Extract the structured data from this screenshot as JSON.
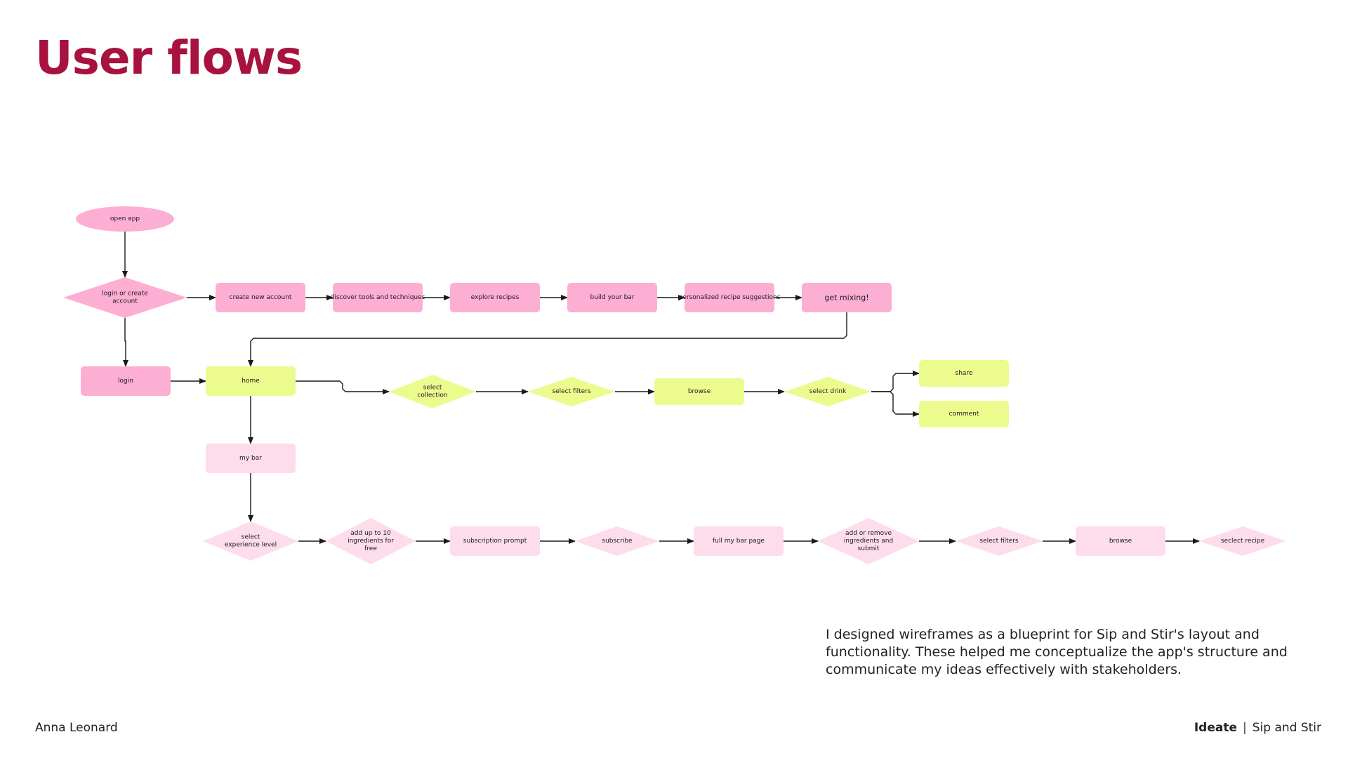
{
  "page": {
    "title": "User flows",
    "description": "I designed wireframes as a blueprint for Sip and Stir's layout and functionality. These helped me conceptualize the app's structure and communicate my ideas effectively with stakeholders.",
    "author": "Anna Leonard",
    "section": "Ideate",
    "separator": "|",
    "project": "Sip and Stir"
  },
  "colors": {
    "title": "#a8123e",
    "pink": "#fdaed3",
    "lime": "#ecfb8e",
    "light_pink": "#fddcec",
    "arrow": "#1a1a1a"
  },
  "flow": {
    "nodes": [
      {
        "id": "open-app",
        "shape": "ellipse",
        "fill": "pink",
        "lines": [
          "open app"
        ]
      },
      {
        "id": "login-or-create",
        "shape": "diamond",
        "fill": "pink",
        "lines": [
          "login or create",
          "account"
        ]
      },
      {
        "id": "create-new-account",
        "shape": "rect",
        "fill": "pink",
        "lines": [
          "create new account"
        ]
      },
      {
        "id": "discover-tools",
        "shape": "rect",
        "fill": "pink",
        "lines": [
          "discover tools and techniques"
        ]
      },
      {
        "id": "explore-recipes",
        "shape": "rect",
        "fill": "pink",
        "lines": [
          "explore recipes"
        ]
      },
      {
        "id": "build-your-bar",
        "shape": "rect",
        "fill": "pink",
        "lines": [
          "build your bar"
        ]
      },
      {
        "id": "personalized-suggestions",
        "shape": "rect",
        "fill": "pink",
        "lines": [
          "personalized recipe suggestions"
        ]
      },
      {
        "id": "get-mixing",
        "shape": "rect",
        "fill": "pink",
        "lines": [
          "get mixing!"
        ],
        "big": true
      },
      {
        "id": "login",
        "shape": "rect",
        "fill": "pink",
        "lines": [
          "login"
        ]
      },
      {
        "id": "home",
        "shape": "rect",
        "fill": "lime",
        "lines": [
          "home"
        ]
      },
      {
        "id": "select-collection",
        "shape": "diamond",
        "fill": "lime",
        "lines": [
          "select",
          "collection"
        ]
      },
      {
        "id": "select-filters-1",
        "shape": "diamond",
        "fill": "lime",
        "lines": [
          "select filters"
        ]
      },
      {
        "id": "browse-1",
        "shape": "rect",
        "fill": "lime",
        "lines": [
          "browse"
        ]
      },
      {
        "id": "select-drink",
        "shape": "diamond",
        "fill": "lime",
        "lines": [
          "select drink"
        ]
      },
      {
        "id": "share",
        "shape": "rect",
        "fill": "lime",
        "lines": [
          "share"
        ]
      },
      {
        "id": "comment",
        "shape": "rect",
        "fill": "lime",
        "lines": [
          "comment"
        ]
      },
      {
        "id": "my-bar",
        "shape": "rect",
        "fill": "light_pink",
        "lines": [
          "my bar"
        ]
      },
      {
        "id": "select-experience",
        "shape": "diamond",
        "fill": "light_pink",
        "lines": [
          "select",
          "experience level"
        ]
      },
      {
        "id": "add-ingredients",
        "shape": "diamond",
        "fill": "light_pink",
        "lines": [
          "add up to 10",
          "ingredients for",
          "free"
        ]
      },
      {
        "id": "subscription-prompt",
        "shape": "rect",
        "fill": "light_pink",
        "lines": [
          "subscription prompt"
        ]
      },
      {
        "id": "subscribe",
        "shape": "diamond",
        "fill": "light_pink",
        "lines": [
          "subscribe"
        ]
      },
      {
        "id": "full-my-bar",
        "shape": "rect",
        "fill": "light_pink",
        "lines": [
          "full my bar page"
        ]
      },
      {
        "id": "add-remove",
        "shape": "diamond",
        "fill": "light_pink",
        "lines": [
          "add or remove",
          "ingredients and",
          "submit"
        ]
      },
      {
        "id": "select-filters-2",
        "shape": "diamond",
        "fill": "light_pink",
        "lines": [
          "select filters"
        ]
      },
      {
        "id": "browse-2",
        "shape": "rect",
        "fill": "light_pink",
        "lines": [
          "browse"
        ]
      },
      {
        "id": "select-recipe",
        "shape": "diamond",
        "fill": "light_pink",
        "lines": [
          "seclect recipe"
        ]
      }
    ],
    "edges": [
      [
        "open-app",
        "login-or-create"
      ],
      [
        "login-or-create",
        "create-new-account"
      ],
      [
        "create-new-account",
        "discover-tools"
      ],
      [
        "discover-tools",
        "explore-recipes"
      ],
      [
        "explore-recipes",
        "build-your-bar"
      ],
      [
        "build-your-bar",
        "personalized-suggestions"
      ],
      [
        "personalized-suggestions",
        "get-mixing"
      ],
      [
        "get-mixing",
        "home"
      ],
      [
        "login-or-create",
        "login"
      ],
      [
        "login",
        "home"
      ],
      [
        "home",
        "select-collection"
      ],
      [
        "select-collection",
        "select-filters-1"
      ],
      [
        "select-filters-1",
        "browse-1"
      ],
      [
        "browse-1",
        "select-drink"
      ],
      [
        "select-drink",
        "share"
      ],
      [
        "select-drink",
        "comment"
      ],
      [
        "home",
        "my-bar"
      ],
      [
        "my-bar",
        "select-experience"
      ],
      [
        "select-experience",
        "add-ingredients"
      ],
      [
        "add-ingredients",
        "subscription-prompt"
      ],
      [
        "subscription-prompt",
        "subscribe"
      ],
      [
        "subscribe",
        "full-my-bar"
      ],
      [
        "full-my-bar",
        "add-remove"
      ],
      [
        "add-remove",
        "select-filters-2"
      ],
      [
        "select-filters-2",
        "browse-2"
      ],
      [
        "browse-2",
        "select-recipe"
      ]
    ]
  }
}
